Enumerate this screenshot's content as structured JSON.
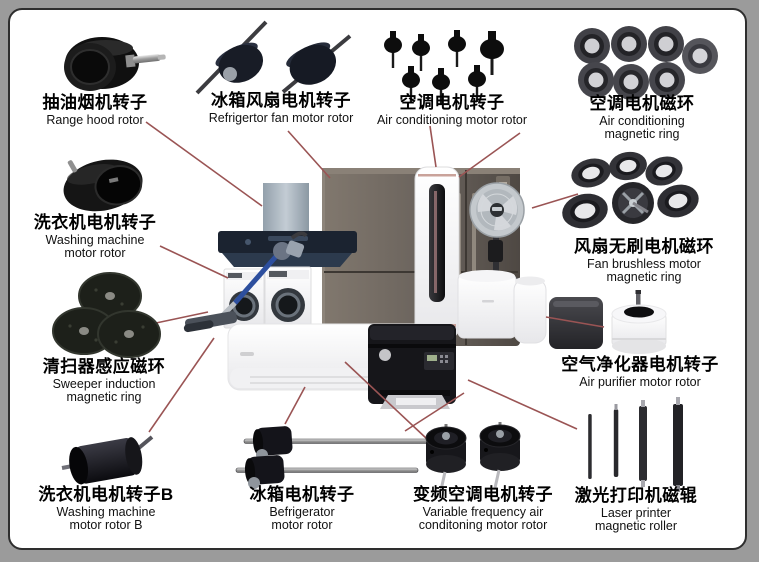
{
  "canvas": {
    "background_color": "#9b9b9b",
    "card_color": "#ffffff",
    "connector_line_color": "#9a5454",
    "text_color": "#000000"
  },
  "items": [
    {
      "id": "range-hood-rotor",
      "zh": "抽油烟机转子",
      "en": "Range hood rotor"
    },
    {
      "id": "fridge-fan-motor-rotor",
      "zh": "冰箱风扇电机转子",
      "en": "Refrigertor fan motor rotor"
    },
    {
      "id": "ac-motor-rotor",
      "zh": "空调电机转子",
      "en": "Air conditioning motor rotor"
    },
    {
      "id": "ac-magnetic-ring",
      "zh": "空调电机磁环",
      "en": "Air conditioning magnetic ring"
    },
    {
      "id": "washing-machine-rotor",
      "zh": "洗衣机电机转子",
      "en": "Washing machine\nmotor rotor"
    },
    {
      "id": "sweeper-induction-ring",
      "zh": "清扫器感应磁环",
      "en": "Sweeper induction\nmagnetic ring"
    },
    {
      "id": "washing-machine-rotor-b",
      "zh": "洗衣机电机转子B",
      "en": "Washing machine\nmotor rotor B"
    },
    {
      "id": "fridge-motor-rotor",
      "zh": "冰箱电机转子",
      "en": "Befrigerator\nmotor rotor"
    },
    {
      "id": "vf-ac-motor-rotor",
      "zh": "变频空调电机转子",
      "en": "Variable frequency air\nconditoning motor rotor"
    },
    {
      "id": "laser-printer-roller",
      "zh": "激光打印机磁辊",
      "en": "Laser printer\nmagnetic roller"
    },
    {
      "id": "fan-brushless-ring",
      "zh": "风扇无刷电机磁环",
      "en": "Fan brushless motor\nmagnetic ring"
    },
    {
      "id": "air-purifier-rotor",
      "zh": "空气净化器电机转子",
      "en": "Air purifier motor rotor"
    }
  ]
}
